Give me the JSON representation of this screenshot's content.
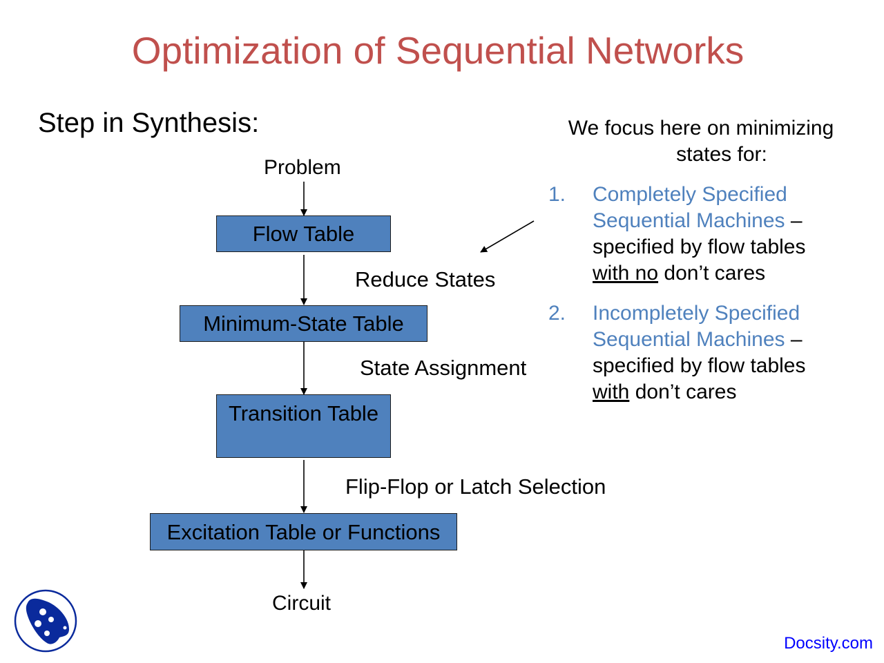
{
  "slide": {
    "title": "Optimization of Sequential Networks",
    "subtitle": "Step in Synthesis:",
    "colors": {
      "title": "#c0504d",
      "box_fill": "#4f81bd",
      "list_highlight": "#4f81bd",
      "watermark": "#0000ff",
      "logo": "#0a2a9c"
    }
  },
  "flow": {
    "start": "Problem",
    "end": "Circuit",
    "boxes": [
      "Flow Table",
      "Minimum-State Table",
      "Transition Table",
      "Excitation Table or Functions"
    ],
    "steps": [
      "Reduce States",
      "State Assignment",
      "Flip-Flop  or Latch Selection"
    ]
  },
  "focus": {
    "intro_line1": "We focus here on minimizing",
    "intro_line2": "states for:",
    "items": [
      {
        "number": "1.",
        "heading_line1": "Completely Specified",
        "heading_line2": "Sequential Machines",
        "dash": " –",
        "desc_line1": "specified by flow tables",
        "desc_underlined": "with no",
        "desc_rest": " don’t cares"
      },
      {
        "number": "2.",
        "heading_line1": "Incompletely Specified",
        "heading_line2": "Sequential Machines",
        "dash": " –",
        "desc_line1": "specified by flow tables",
        "desc_underlined": "with",
        "desc_rest": " don’t cares"
      }
    ]
  },
  "footer": {
    "logo_icon": "docsity-logo-icon",
    "watermark": "Docsity.com"
  }
}
